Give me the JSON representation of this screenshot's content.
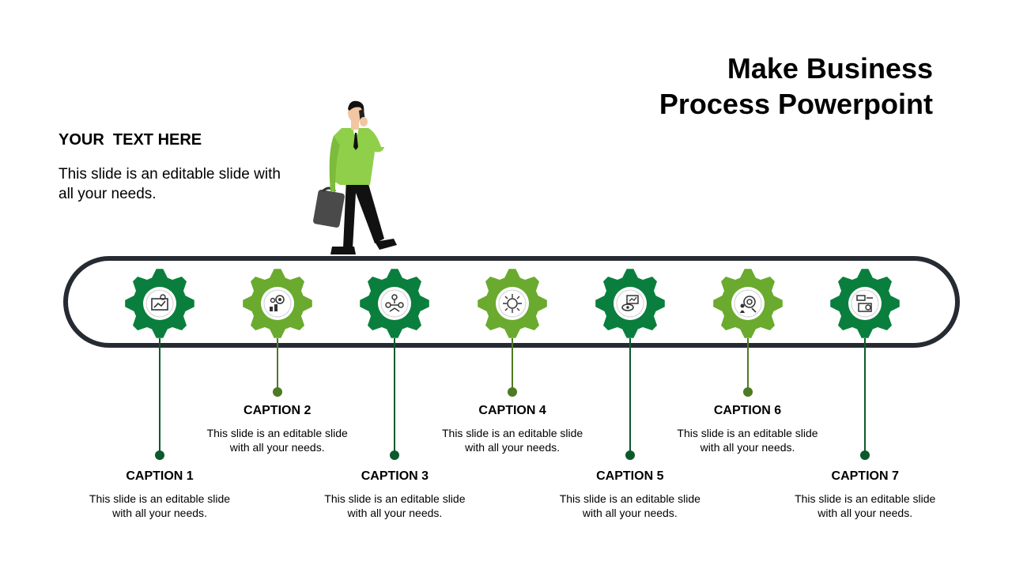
{
  "title": {
    "line1": "Make Business",
    "line2": "Process Powerpoint"
  },
  "side": {
    "heading": "YOUR  TEXT HERE",
    "body": "This slide is an editable slide with all your needs."
  },
  "colors": {
    "dark_green": "#0a7f3d",
    "light_green": "#6aaa2e",
    "track": "#262b33",
    "suit": "#8fcf4a"
  },
  "steps": [
    {
      "caption": "CAPTION 1",
      "text": "This slide is an editable slide with all your needs.",
      "icon": "presentation-chart-icon",
      "tone": "dark",
      "position": "low"
    },
    {
      "caption": "CAPTION 2",
      "text": "This slide is an editable slide with all your needs.",
      "icon": "target-growth-icon",
      "tone": "light",
      "position": "high"
    },
    {
      "caption": "CAPTION 3",
      "text": "This slide is an editable slide with all your needs.",
      "icon": "team-network-icon",
      "tone": "dark",
      "position": "low"
    },
    {
      "caption": "CAPTION 4",
      "text": "This slide is an editable slide with all your needs.",
      "icon": "brain-arrows-icon",
      "tone": "light",
      "position": "high"
    },
    {
      "caption": "CAPTION 5",
      "text": "This slide is an editable slide with all your needs.",
      "icon": "vision-board-icon",
      "tone": "dark",
      "position": "low"
    },
    {
      "caption": "CAPTION 6",
      "text": "This slide is an editable slide with all your needs.",
      "icon": "target-person-icon",
      "tone": "light",
      "position": "high"
    },
    {
      "caption": "CAPTION 7",
      "text": "This slide is an editable slide with all your needs.",
      "icon": "process-flow-icon",
      "tone": "dark",
      "position": "low"
    }
  ]
}
